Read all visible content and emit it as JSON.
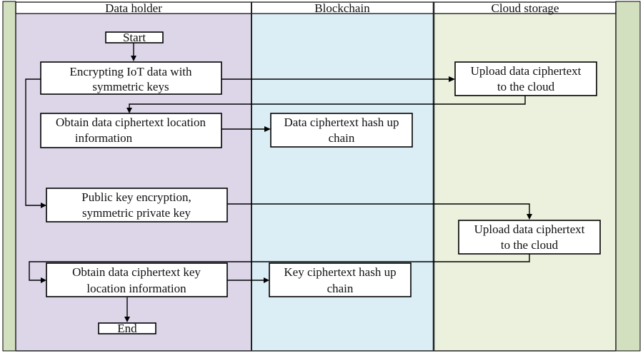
{
  "lanes": [
    {
      "name": "Data holder",
      "color": "#ddd6e9"
    },
    {
      "name": "Blockchain",
      "color": "#dbeef5"
    },
    {
      "name": "Cloud storage",
      "color": "#ebf1dc"
    }
  ],
  "border_color": "#d3e0bf",
  "nodes": {
    "start": {
      "lines": [
        "Start"
      ]
    },
    "encrypt": {
      "lines": [
        "Encrypting IoT data with",
        "symmetric keys"
      ]
    },
    "obtain_location": {
      "lines": [
        "Obtain data ciphertext location",
        "information"
      ]
    },
    "public_key": {
      "lines": [
        "Public key encryption,",
        "symmetric private key"
      ]
    },
    "obtain_key_location": {
      "lines": [
        "Obtain data ciphertext key",
        "location information"
      ]
    },
    "end": {
      "lines": [
        "End"
      ]
    },
    "hash_up": {
      "lines": [
        "Data ciphertext hash up",
        "chain"
      ]
    },
    "key_hash_up": {
      "lines": [
        "Key ciphertext hash up",
        "chain"
      ]
    },
    "upload_1": {
      "lines": [
        "Upload data ciphertext",
        "to the cloud"
      ]
    },
    "upload_2": {
      "lines": [
        "Upload data ciphertext",
        "to the cloud"
      ]
    }
  }
}
